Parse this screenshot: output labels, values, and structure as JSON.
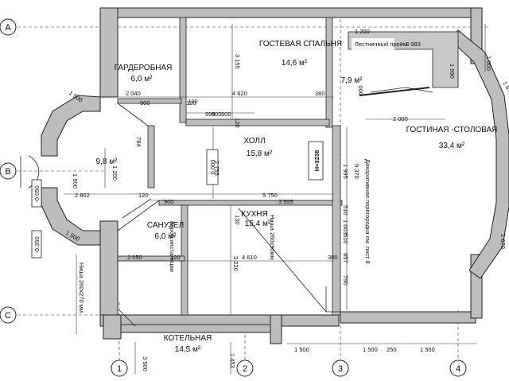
{
  "axes": {
    "rows": [
      {
        "id": "A"
      },
      {
        "id": "B"
      },
      {
        "id": "C"
      }
    ],
    "cols": [
      {
        "id": "1"
      },
      {
        "id": "2"
      },
      {
        "id": "3"
      },
      {
        "id": "4"
      }
    ]
  },
  "rooms": [
    {
      "key": "wardrobe",
      "name": "ГАРДЕРОБНАЯ",
      "area": "6,0 м²"
    },
    {
      "key": "guest",
      "name": "ГОСТЕВАЯ СПАЛЬНЯ",
      "area": "14,6 м²"
    },
    {
      "key": "stair",
      "name": "",
      "area": "7,9 м²"
    },
    {
      "key": "living",
      "name": "ГОСТИНАЯ -СТОЛОВАЯ",
      "area": "33,4 м²"
    },
    {
      "key": "hall",
      "name": "ХОЛЛ",
      "area": "15,8 м²"
    },
    {
      "key": "vestibule",
      "name": "",
      "area": "9,8 м²"
    },
    {
      "key": "bath",
      "name": "САНУЗЕЛ",
      "area": "6,0 м²"
    },
    {
      "key": "kitchen",
      "name": "КУХНЯ",
      "area": "15,4 м²"
    },
    {
      "key": "boiler",
      "name": "КОТЕЛЬНАЯ",
      "area": "14,5 м²"
    }
  ],
  "notes": {
    "stair_opening": "Лестничный проём",
    "partition": "Декоративная перегородка см. лист 8",
    "box": "Короб инсталяции",
    "niche_kitchen": "Ниша 260x90мм",
    "niche_left": "Ниша 260x270 мм",
    "level_hall": "0.000",
    "level_height": "Н=3238",
    "level_porch": "-0.050",
    "level_outside": "-0.350"
  },
  "dims": [
    "1 200",
    "3 983",
    "1 990",
    "1 000",
    "1 6?",
    "3 155",
    "2 040",
    "120",
    "4 620",
    "380",
    "995",
    "900",
    "120",
    "900",
    "1 500",
    "2 000",
    "1 995",
    "9 370",
    "2 755",
    "784",
    "1 200",
    "1 500",
    "2 802",
    "120",
    "5 750",
    "900",
    "3 595",
    "510",
    "1 003",
    "510",
    "857",
    "790",
    "130",
    "3 220",
    "2 050",
    "120",
    "4 610",
    "380",
    "1 500",
    "1 670",
    "1 500",
    "1 500",
    "250",
    "1 500",
    "3 500",
    "1 453",
    "600",
    "900",
    "120"
  ]
}
